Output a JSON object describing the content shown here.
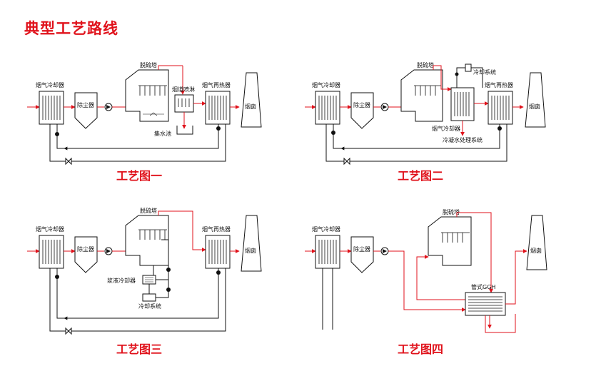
{
  "title": "典型工艺路线",
  "colors": {
    "accent": "#e0121b",
    "flow_red": "#e0121b",
    "line": "#111111"
  },
  "labels": {
    "flue_gas_cooler": "烟气冷却器",
    "dust_collector": "除尘器",
    "desulfurization_tower": "脱硫塔",
    "flue_spray": "烟道喷淋",
    "reheater": "烟气再热器",
    "chimney": "烟囱",
    "collection_pool": "集水池",
    "cooling_system": "冷却系统",
    "flue_gas_cooler_2": "烟气冷却器",
    "condensate_treatment": "冷凝水处理系统",
    "slurry_cooler": "浆液冷却器",
    "tubular_ggh": "管式GGH"
  },
  "captions": [
    "工艺图一",
    "工艺图二",
    "工艺图三",
    "工艺图四"
  ],
  "icons": [
    "pump-icon",
    "valve-icon",
    "arrow-icon"
  ]
}
